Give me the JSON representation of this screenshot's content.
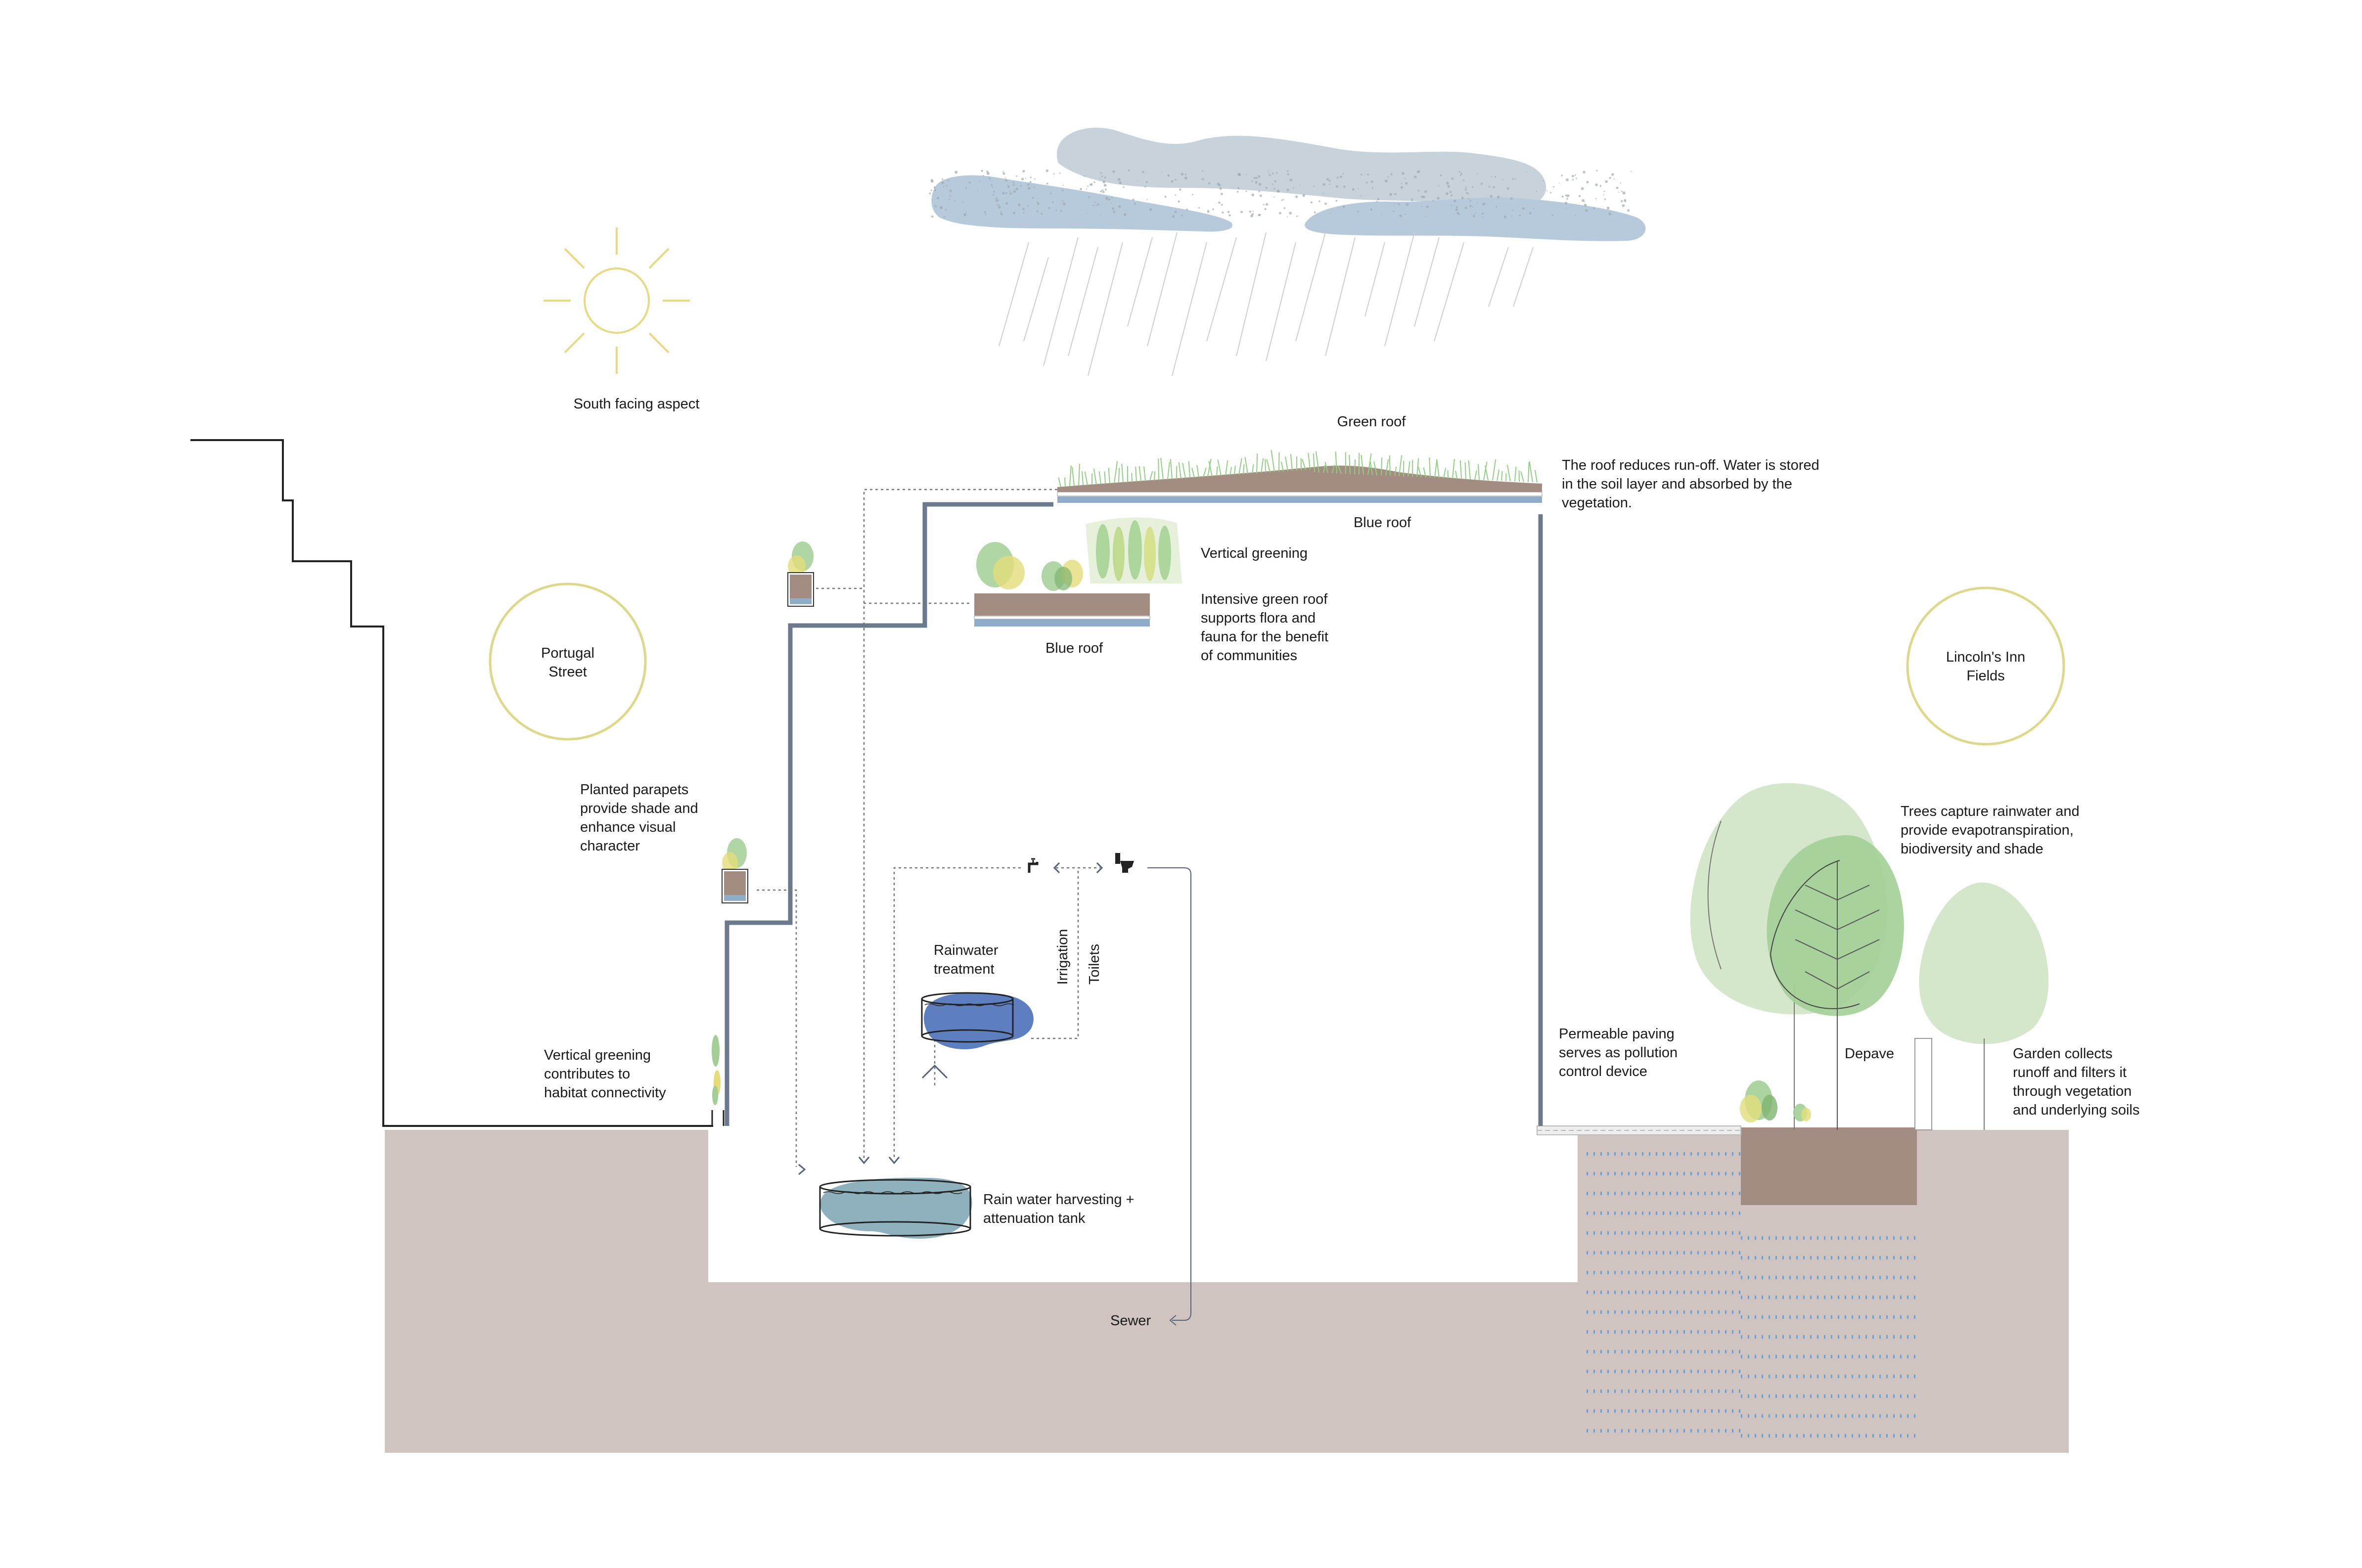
{
  "labels": {
    "south_facing": "South facing aspect",
    "portugal_street": [
      "Portugal",
      "Street"
    ],
    "lincolns_inn": [
      "Lincoln's Inn",
      "Fields"
    ],
    "green_roof": "Green roof",
    "blue_roof_top": "Blue roof",
    "roof_reduces": [
      "The roof reduces run-off. Water is stored",
      "in the soil layer and absorbed by the",
      "vegetation."
    ],
    "vertical_greening_top": "Vertical greening",
    "intensive_green_roof": [
      "Intensive green roof",
      "supports flora and",
      "fauna for the benefit",
      "of communities"
    ],
    "blue_roof_mid": "Blue roof",
    "planted_parapets": [
      "Planted parapets",
      "provide shade and",
      "enhance visual",
      "character"
    ],
    "vertical_greening_low": [
      "Vertical greening",
      "contributes to",
      "habitat connectivity"
    ],
    "rainwater_treatment": [
      "Rainwater",
      "treatment"
    ],
    "irrigation": "Irrigation",
    "toilets": "Toilets",
    "harvesting_tank": [
      "Rain water harvesting +",
      "attenuation tank"
    ],
    "sewer": "Sewer",
    "trees_capture": [
      "Trees capture rainwater and",
      "provide evapotranspiration,",
      "biodiversity and shade"
    ],
    "permeable_paving": [
      "Permeable paving",
      "serves as pollution",
      "control device"
    ],
    "depave": "Depave",
    "garden_collects": [
      "Garden collects",
      "runoff and filters it",
      "through vegetation",
      "and underlying soils"
    ]
  },
  "icons": {
    "sun": "sun-icon",
    "cloud": "rain-cloud-icon",
    "tap": "tap-icon",
    "toilet": "toilet-icon",
    "planter": "planter-icon",
    "tree": "tree-icon"
  },
  "colors": {
    "ground": "#cfc4bf",
    "soil": "#a38c82",
    "water_light": "#8fb1bd",
    "water_dark": "#5d7fbf",
    "blue_layer": "#8fadc9",
    "wall_pipe": "#6c7a8e",
    "sun": "#e8d983",
    "circle": "#ddd88a",
    "green_light": "#cfe4c4",
    "green_mid": "#a3cf96",
    "green_dark": "#7fb470",
    "cloud": "#c5d0da",
    "cloud_blue": "#b4c9db"
  }
}
